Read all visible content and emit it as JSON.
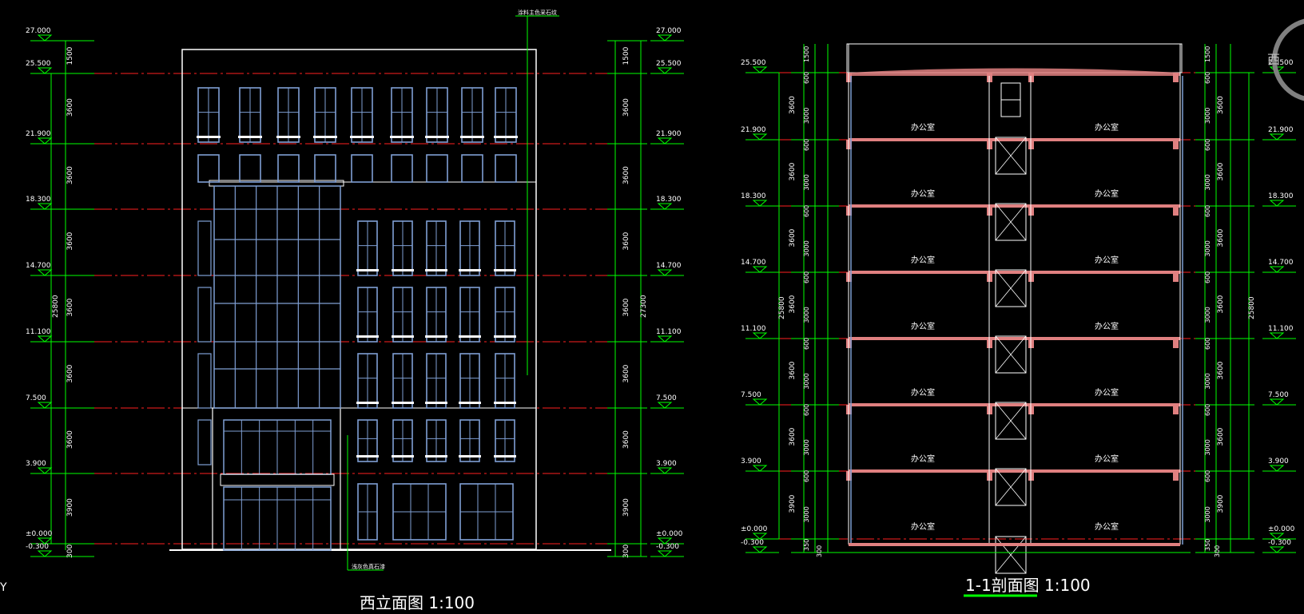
{
  "titles": {
    "elevation": "西立面图 1:100",
    "section": "1-1剖面图 1:100"
  },
  "axis_mark": "Y",
  "compass_char": "西",
  "notes": {
    "top_material": "涂料主色采石纹",
    "bottom_material": "浅灰色真石漆"
  },
  "room_label": "办公室",
  "levels": [
    {
      "label": "27.000"
    },
    {
      "label": "25.500"
    },
    {
      "label": "21.900"
    },
    {
      "label": "18.300"
    },
    {
      "label": "14.700"
    },
    {
      "label": "11.100"
    },
    {
      "label": "7.500"
    },
    {
      "label": "3.900"
    },
    {
      "label": "±0.000"
    },
    {
      "label": "-0.300"
    }
  ],
  "section_levels": [
    {
      "label": "25.500"
    },
    {
      "label": "21.900"
    },
    {
      "label": "18.300"
    },
    {
      "label": "14.700"
    },
    {
      "label": "11.100"
    },
    {
      "label": "7.500"
    },
    {
      "label": "3.900"
    },
    {
      "label": "±0.000"
    },
    {
      "label": "-0.300"
    }
  ],
  "storey_dims": [
    "1500",
    "3600",
    "3600",
    "3600",
    "3600",
    "3600",
    "3600",
    "3900",
    "300"
  ],
  "overall_dims": {
    "elev_left": "25800",
    "elev_right": "27300",
    "section_left": "25800",
    "section_right": "25800"
  },
  "section_sub_dims": {
    "parapet": "1500",
    "beam": "600",
    "clear": "3000",
    "ground_beam": "350",
    "plinth": "300"
  },
  "colors": {
    "background": "#000000",
    "dim_green": "#00ff00",
    "level_red": "#ff2020",
    "outline_white": "#ffffff",
    "window_blue": "#7f9fd4",
    "slab_pink": "#e08080"
  }
}
